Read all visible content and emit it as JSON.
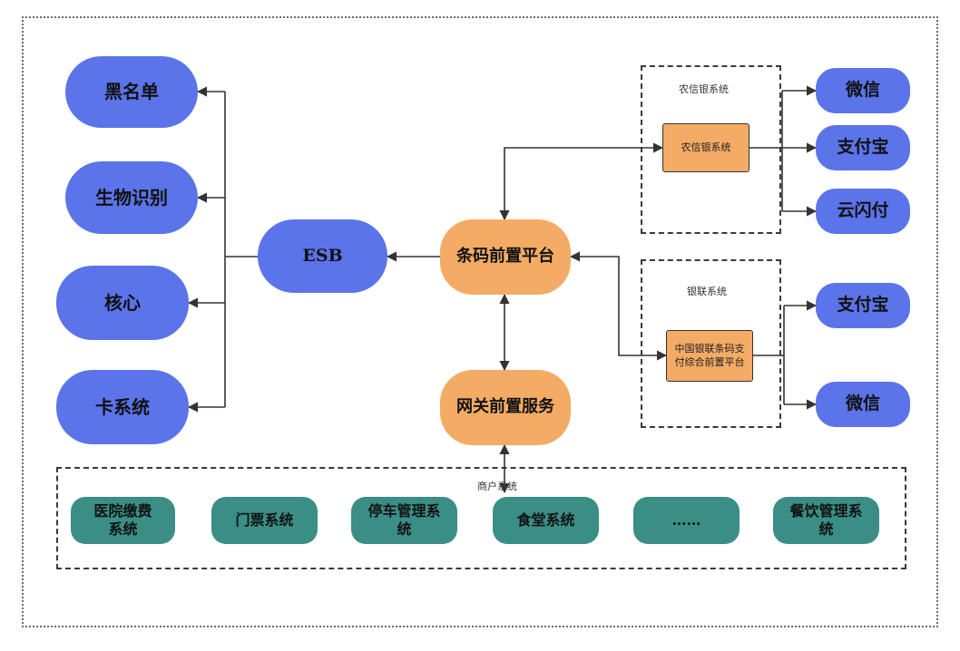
{
  "left_nodes": [
    "黑名单",
    "生物识别",
    "核心",
    "卡系统"
  ],
  "esb": "ESB",
  "barcode": "条码前置平台",
  "gateway": "网关前置服务",
  "nxy_group": "农信银系统",
  "nxy_box": "农信银系统",
  "nxy_targets": [
    "微信",
    "支付宝",
    "云闪付"
  ],
  "unionpay_group": "银联系统",
  "unionpay_box": "中国银联条码支付综合前置平台",
  "unionpay_targets": [
    "支付宝",
    "微信"
  ],
  "merchant_group": "商户系统",
  "merchants": [
    "医院缴费系统",
    "门票系统",
    "停车管理系统",
    "食堂系统",
    "……",
    "餐饮管理系统"
  ],
  "colors": {
    "blue": "#5b74ea",
    "orange": "#f3ab65",
    "teal": "#3a8e86"
  }
}
